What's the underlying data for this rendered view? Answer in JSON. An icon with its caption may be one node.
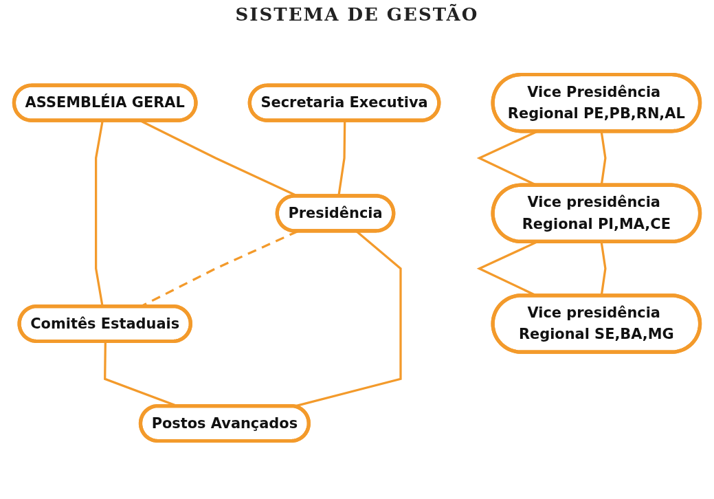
{
  "diagram": {
    "title": "SISTEMA DE GESTÃO",
    "nodes": [
      {
        "text": [
          "ASSEMBLÉIA GERAL"
        ]
      },
      {
        "text": [
          "Comitês Estaduais"
        ]
      },
      {
        "text": [
          "Secretaria Executiva"
        ]
      },
      {
        "text": [
          "Presidência"
        ]
      },
      {
        "text": [
          "Postos Avançados"
        ]
      },
      {
        "text": [
          "Vice Presidência Regional PE,PB,RN,AL"
        ]
      },
      {
        "text": [
          "Vice presidência Regional PI,MA,CE"
        ]
      },
      {
        "text": [
          "Vice presidência Regional SE,BA,MG"
        ]
      }
    ],
    "edges": [
      {
        "from": 0,
        "to": 1,
        "arrow": "none"
      },
      {
        "from": 0,
        "to": 3,
        "arrow": "none"
      },
      {
        "from": 1,
        "to": 4,
        "arrow": "none"
      },
      {
        "from": 3,
        "to": 1,
        "arrow": "none",
        "style": "dashed"
      },
      {
        "from": 2,
        "to": 3,
        "arrow": "none"
      },
      {
        "from": 3,
        "to": 4,
        "arrow": "none"
      },
      {
        "from": 5,
        "to": 6,
        "arrow": "none"
      },
      {
        "from": 6,
        "to": 7,
        "arrow": "none"
      },
      {
        "from": 5,
        "to": 6,
        "arrow": "none"
      },
      {
        "from": 6,
        "to": 7,
        "arrow": "none"
      }
    ]
  }
}
